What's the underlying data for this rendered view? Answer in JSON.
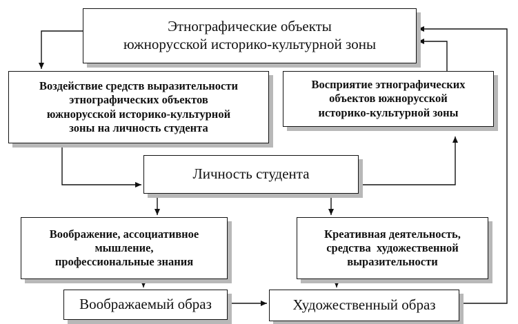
{
  "nodes": {
    "top": [
      "Этнографические объекты",
      "южнорусской историко-культурной зоны"
    ],
    "influence": [
      "Воздействие средств выразительности",
      "этнографических объектов",
      "южнорусской историко-культурной",
      "зоны на личность студента"
    ],
    "perception": [
      "Восприятие этнографических",
      "объектов южнорусской",
      "историко-культурной зоны"
    ],
    "person": "Личность студента",
    "imagination": [
      "Воображение, ассоциативное",
      "мышление,",
      "профессиональные знания"
    ],
    "creative": [
      "Креативная деятельность,",
      "средства  художественной",
      "выразительности"
    ],
    "imagined_image": "Воображаемый образ",
    "artistic_image": "Художественный образ"
  },
  "colors": {
    "line": "#111111",
    "shadow": "#b8b8b8"
  }
}
